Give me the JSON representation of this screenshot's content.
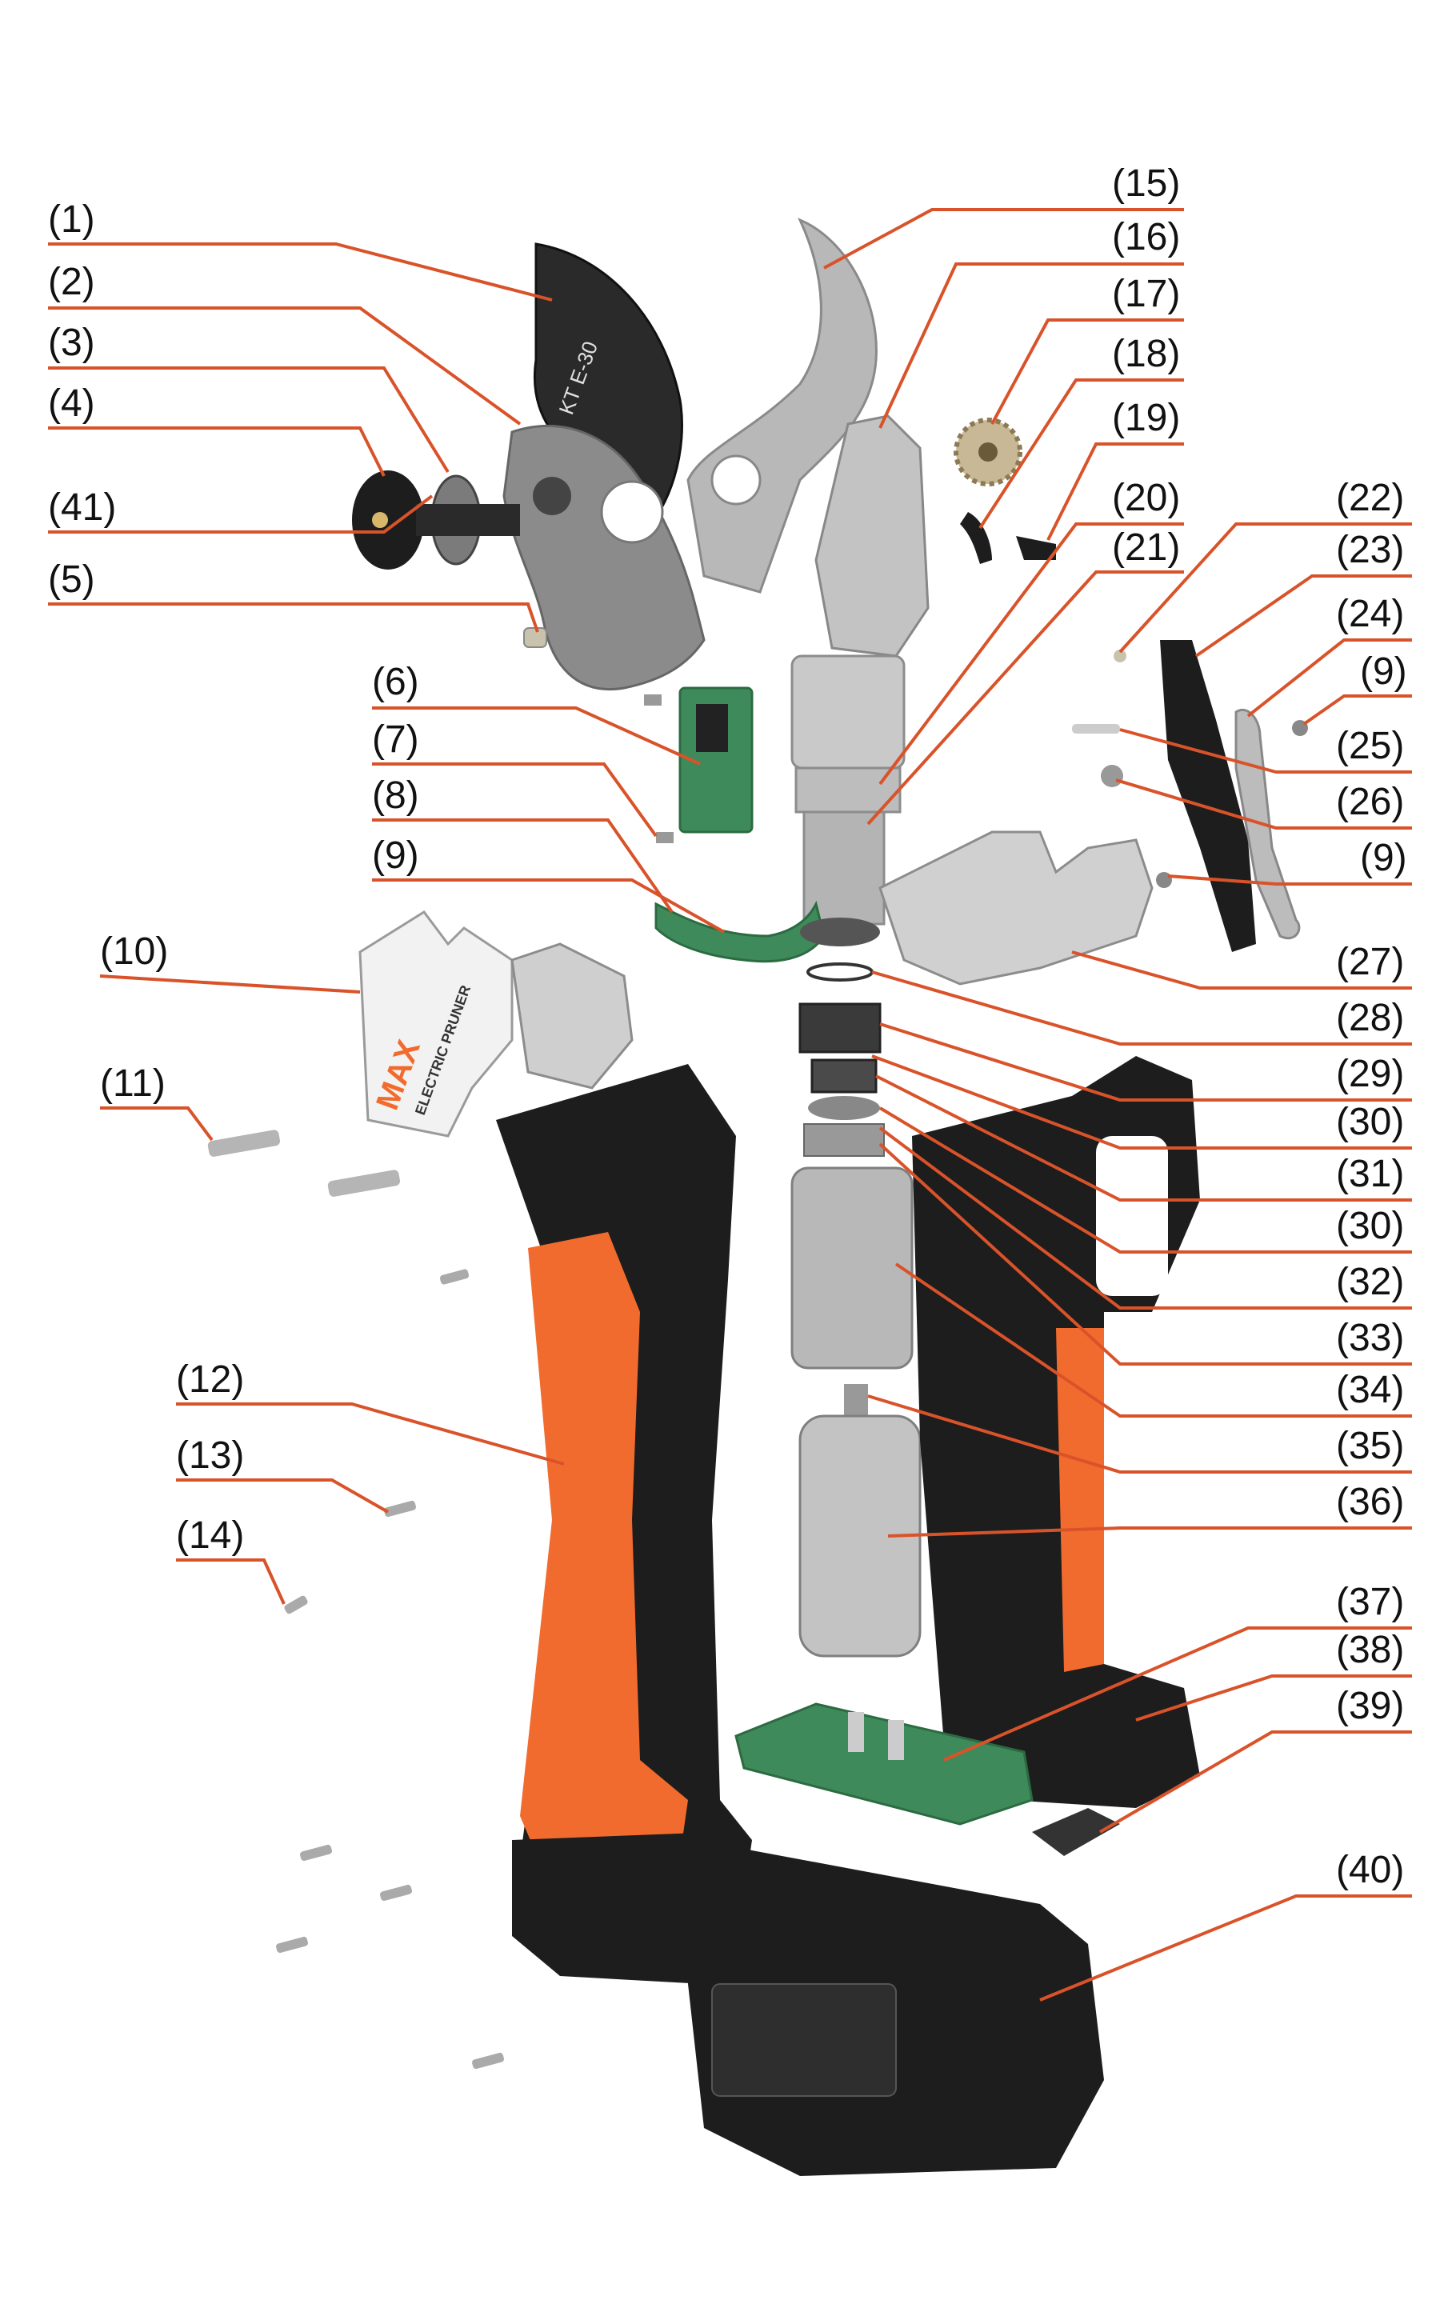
{
  "colors": {
    "leader": "#d9532a",
    "orange": "#f26b2e",
    "black": "#1d1d1d",
    "steel": "#b9b9b9",
    "pcb": "#3f8a5a"
  },
  "labels": [
    "(1)",
    "(2)",
    "(3)",
    "(4)",
    "(41)",
    "(5)",
    "(6)",
    "(7)",
    "(8)",
    "(9)",
    "(10)",
    "(11)",
    "(12)",
    "(13)",
    "(14)",
    "(15)",
    "(16)",
    "(17)",
    "(18)",
    "(19)",
    "(20)",
    "(21)",
    "(22)",
    "(23)",
    "(24)",
    "(9)",
    "(25)",
    "(26)",
    "(9)",
    "(27)",
    "(28)",
    "(29)",
    "(30)",
    "(31)",
    "(30)",
    "(32)",
    "(33)",
    "(34)",
    "(35)",
    "(36)",
    "(37)",
    "(38)",
    "(39)",
    "(40)"
  ],
  "product_text": {
    "blade_marking": "KT E-30",
    "cover_brand": "MAX",
    "cover_subtitle": "ELECTRIC PRUNER"
  }
}
